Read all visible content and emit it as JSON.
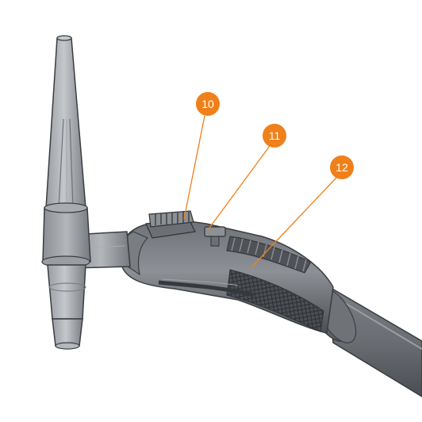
{
  "callouts": [
    {
      "label": "10"
    },
    {
      "label": "11"
    },
    {
      "label": "12"
    }
  ],
  "colors": {
    "callout_fill": "#f08019",
    "leader_line": "#f08019",
    "body_dark": "#5b5f64",
    "body_mid": "#8a8e93",
    "body_light": "#b9bcc0",
    "outline": "#3a3d41"
  }
}
